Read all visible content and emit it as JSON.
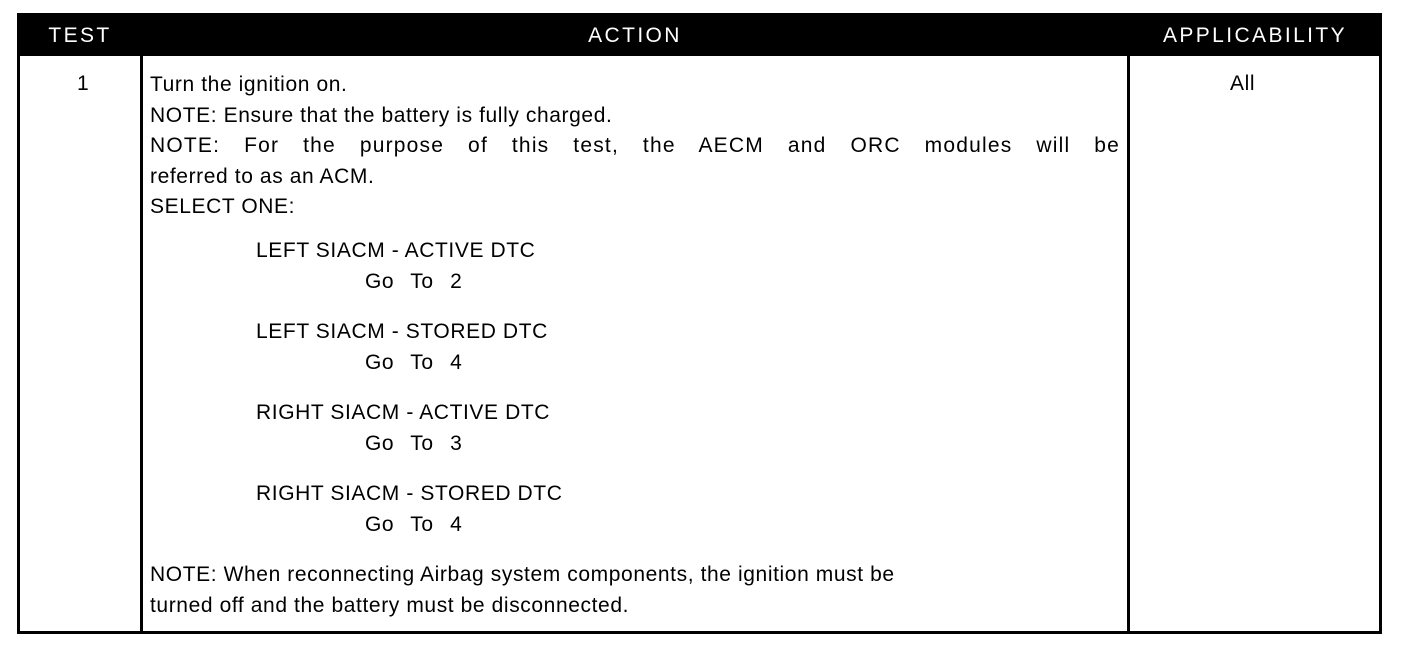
{
  "header": {
    "test": "TEST",
    "action": "ACTION",
    "applicability": "APPLICABILITY"
  },
  "row": {
    "test_number": "1",
    "applicability": "All",
    "lines": [
      "Turn the ignition on.",
      "NOTE: Ensure that the battery is fully charged.",
      "NOTE: For the purpose of this test, the AECM and ORC modules will be",
      "referred to as an ACM.",
      "SELECT ONE:"
    ],
    "options": [
      {
        "label": "LEFT SIACM - ACTIVE DTC",
        "goto": "Go To  2"
      },
      {
        "label": "LEFT SIACM - STORED DTC",
        "goto": "Go To  4"
      },
      {
        "label": "RIGHT SIACM - ACTIVE DTC",
        "goto": "Go To  3"
      },
      {
        "label": "RIGHT SIACM - STORED DTC",
        "goto": "Go To  4"
      }
    ],
    "final_note": [
      "NOTE: When reconnecting Airbag system components, the ignition must be",
      "turned off and the battery must be disconnected."
    ]
  }
}
